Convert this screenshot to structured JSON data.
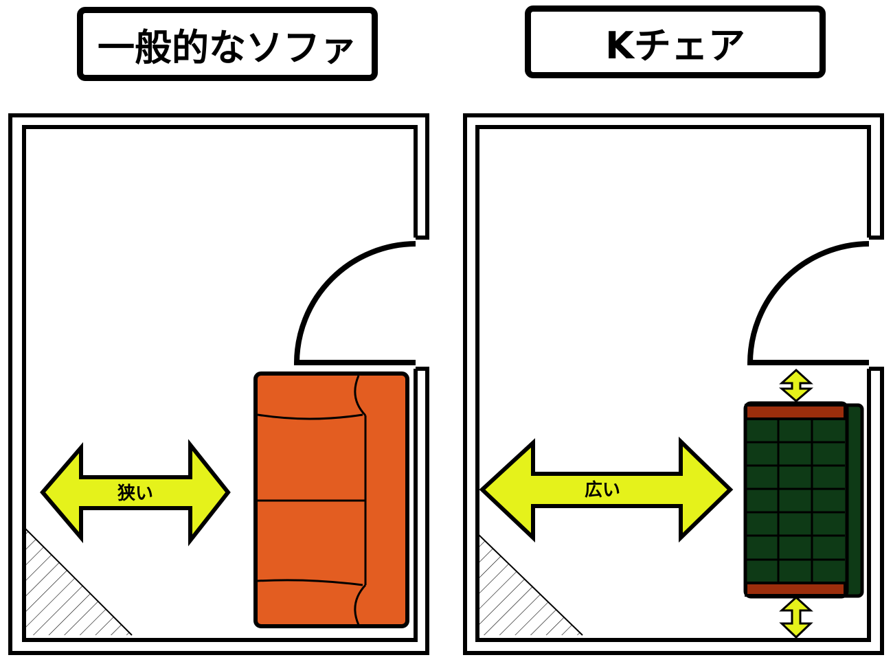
{
  "panels": {
    "left": {
      "title": "一般的なソファ",
      "arrow_label": "狭い",
      "furniture": "sofa"
    },
    "right": {
      "title": "Kチェア",
      "arrow_label": "広い",
      "furniture": "k-chair"
    }
  },
  "colors": {
    "sofa_fill": "#E35D21",
    "chair_fill": "#0E3A16",
    "chair_frame": "#9B2E0C",
    "arrow_fill": "#E5F21B",
    "line": "#000000",
    "background": "#FFFFFF"
  }
}
